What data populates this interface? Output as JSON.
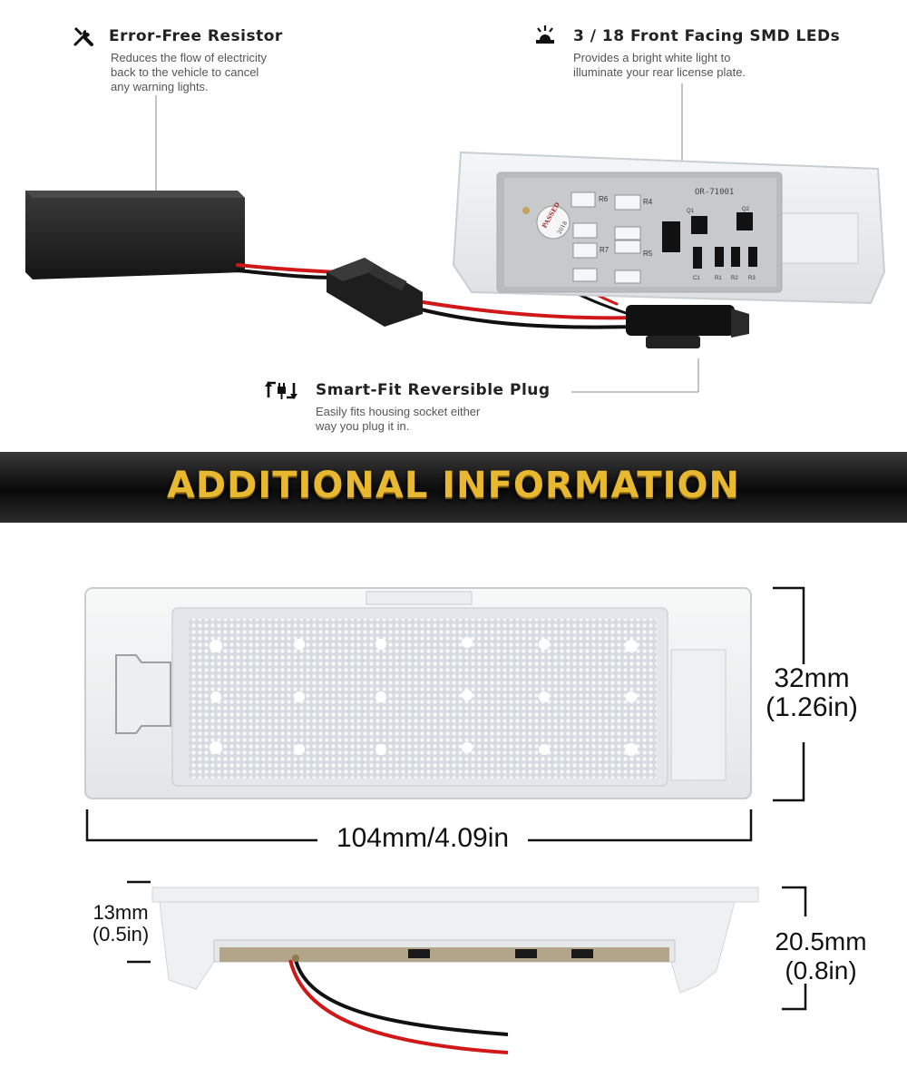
{
  "features": {
    "resistor": {
      "icon": "tools-icon",
      "title": "Error-Free Resistor",
      "desc_lines": [
        "Reduces the flow of electricity",
        "back to the vehicle to cancel",
        "any warning lights."
      ]
    },
    "leds": {
      "icon": "light-icon",
      "title": "3 / 18 Front Facing SMD LEDs",
      "desc_lines": [
        "Provides a bright white light to",
        "illuminate your rear license plate."
      ]
    },
    "plug": {
      "icon": "reversible-plug-icon",
      "title": "Smart-Fit Reversible Plug",
      "desc_lines": [
        "Easily fits housing socket either",
        "way you plug it in."
      ]
    }
  },
  "pcb": {
    "part_number": "OR-71001",
    "labels": [
      "R6",
      "R4",
      "R7",
      "R5",
      "Q1",
      "Q2",
      "C1",
      "R1",
      "R2",
      "R3"
    ],
    "sticker_line1": "PASSED",
    "sticker_line2": "2018"
  },
  "banner": {
    "title": "ADDITIONAL INFORMATION",
    "color": "#e8b830"
  },
  "dimensions": {
    "height_mm": "32mm",
    "height_in": "(1.26in)",
    "length": "104mm/4.09in",
    "base_mm": "13mm",
    "base_in": "(0.5in)",
    "depth_mm": "20.5mm",
    "depth_in": "(0.8in)"
  }
}
